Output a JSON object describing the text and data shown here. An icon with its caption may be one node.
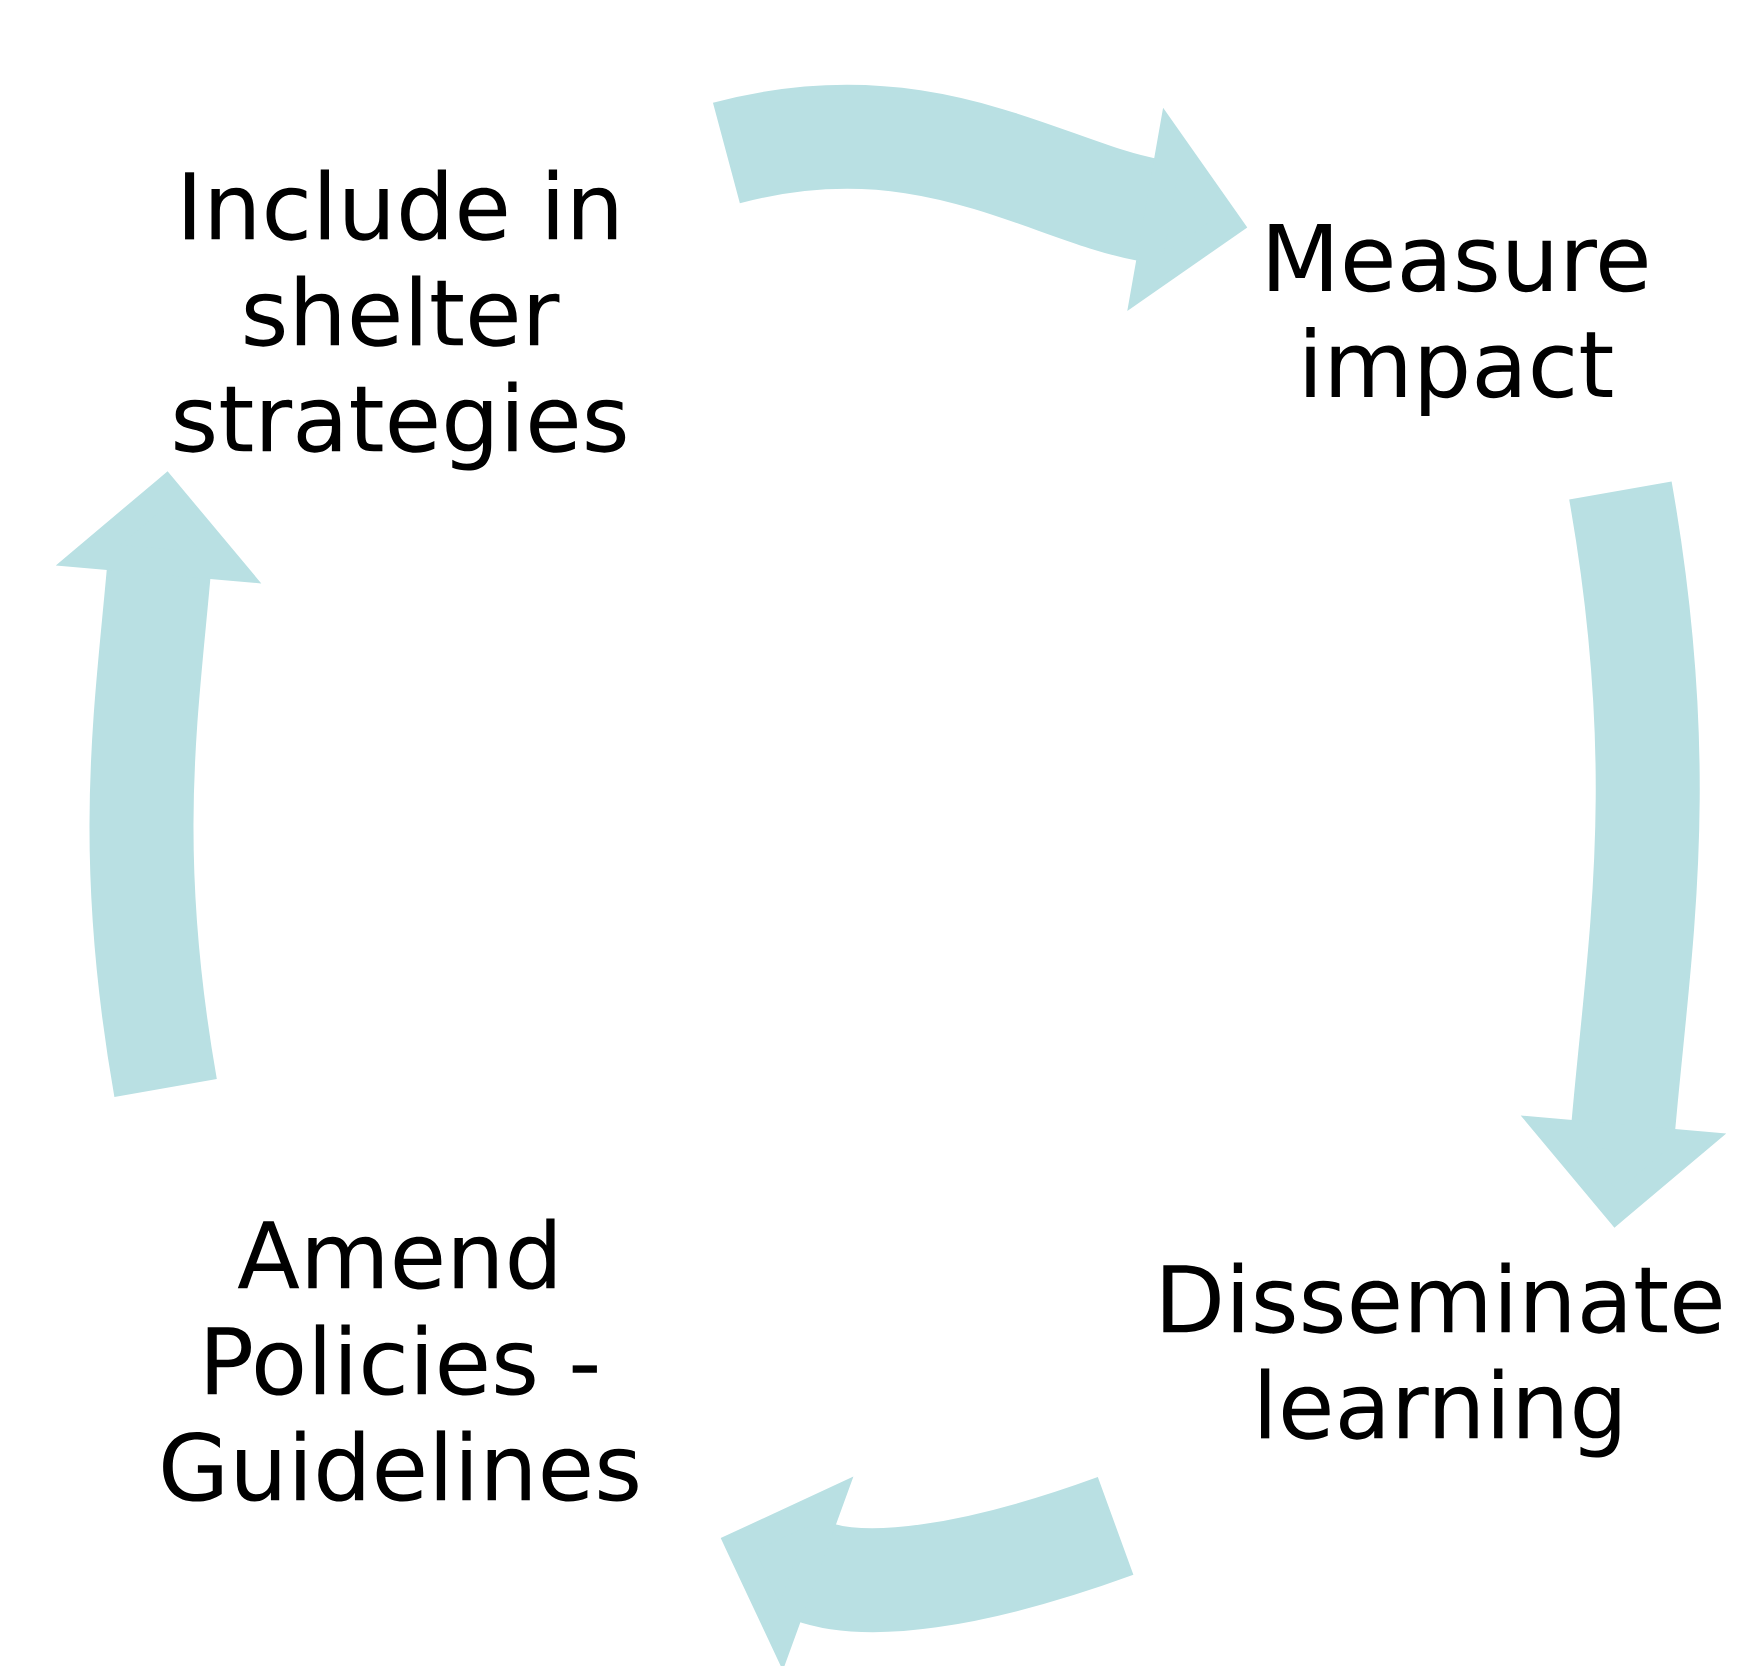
{
  "diagram": {
    "nodes": [
      {
        "text": [
          "Include in shelter strategies"
        ]
      },
      {
        "text": [
          "Measure impact"
        ]
      },
      {
        "text": [
          "Disseminate learning"
        ]
      },
      {
        "text": [
          "Amend Policies - Guidelines"
        ]
      }
    ],
    "edges": [
      {
        "from": 0,
        "to": 1,
        "arrow": "to"
      },
      {
        "from": 1,
        "to": 2,
        "arrow": "to"
      },
      {
        "from": 2,
        "to": 3,
        "arrow": "to"
      },
      {
        "from": 3,
        "to": 0,
        "arrow": "to"
      }
    ]
  }
}
